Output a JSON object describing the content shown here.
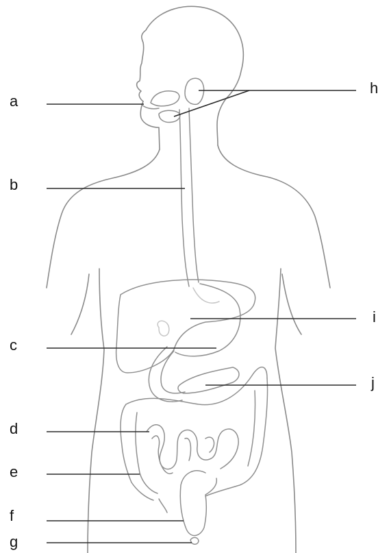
{
  "labels": [
    {
      "id": "a",
      "text": "a"
    },
    {
      "id": "b",
      "text": "b"
    },
    {
      "id": "c",
      "text": "c"
    },
    {
      "id": "d",
      "text": "d"
    },
    {
      "id": "e",
      "text": "e"
    },
    {
      "id": "f",
      "text": "f"
    },
    {
      "id": "g",
      "text": "g"
    },
    {
      "id": "h",
      "text": "h"
    },
    {
      "id": "i",
      "text": "i"
    },
    {
      "id": "j",
      "text": "j"
    }
  ],
  "colors": {
    "outline": "#8a8a8a",
    "leader": "#2a2a2a",
    "label": "#111111",
    "background": "#ffffff"
  }
}
